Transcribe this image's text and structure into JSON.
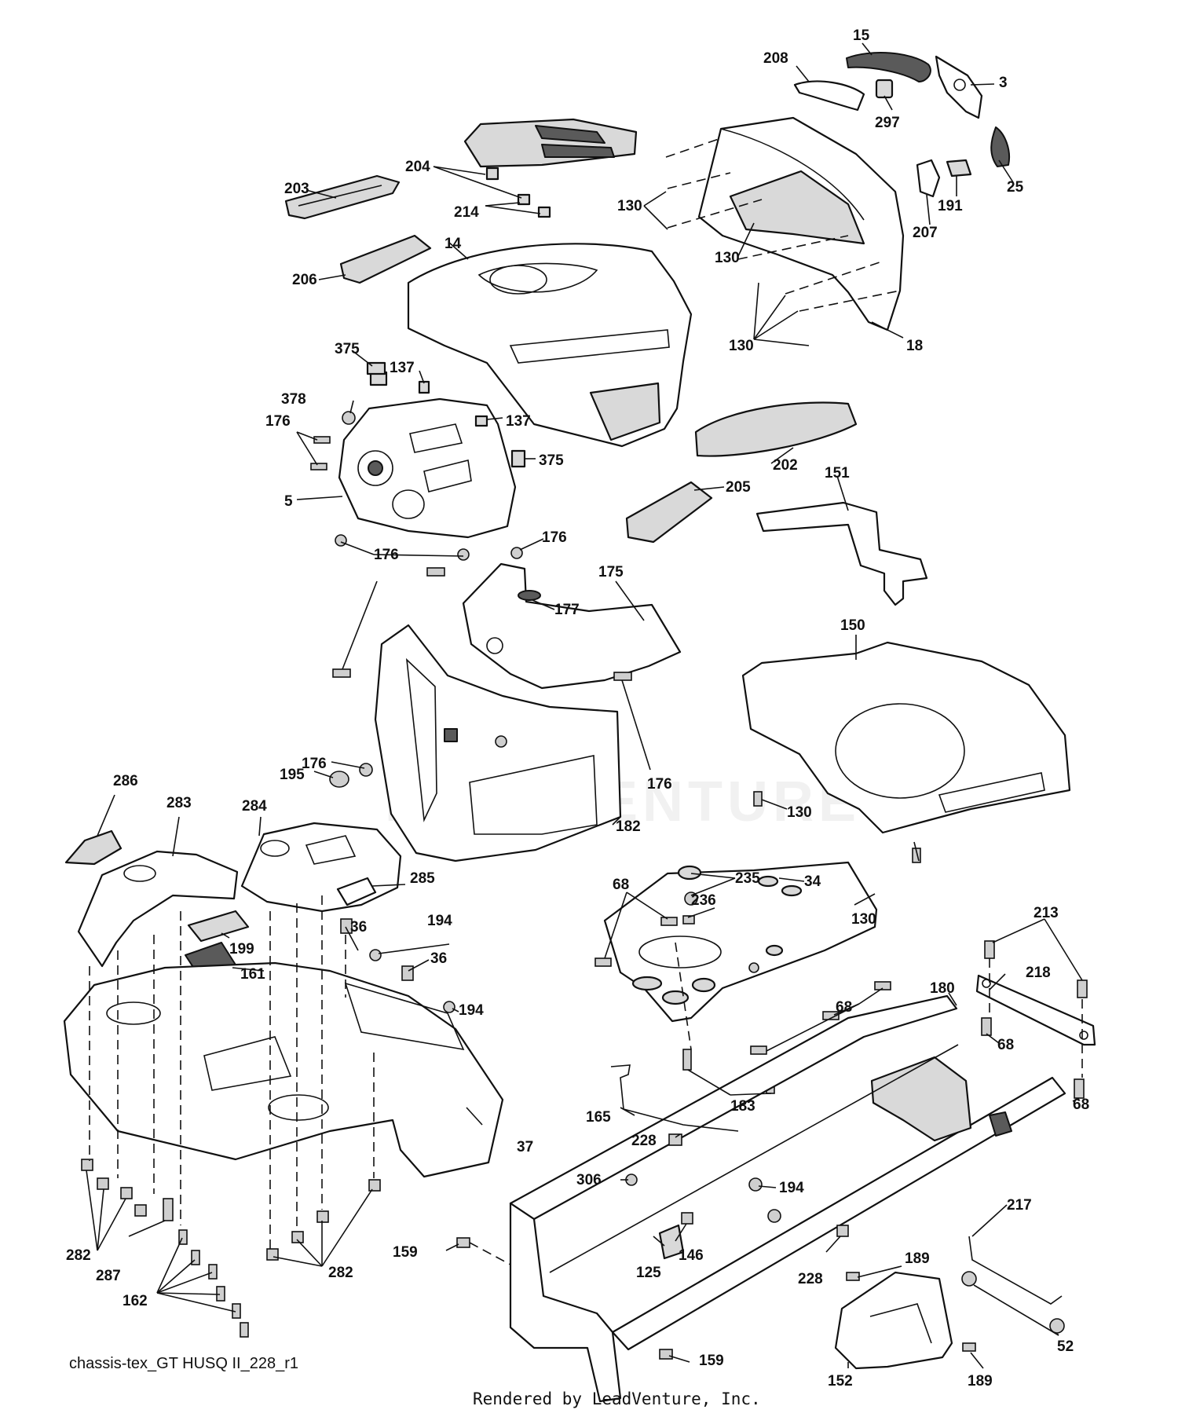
{
  "diagram": {
    "drawing_id": "chassis-tex_GT HUSQ II_228_r1",
    "credit": "Rendered by LeadVenture, Inc.",
    "watermark": "LEADVENTURE",
    "callouts": {
      "c15": "15",
      "c208": "208",
      "c3": "3",
      "c297": "297",
      "c25": "25",
      "c191": "191",
      "c207": "207",
      "c204": "204",
      "c203": "203",
      "c214": "214",
      "c14": "14",
      "c206": "206",
      "c130a": "130",
      "c130b": "130",
      "c130c": "130",
      "c18": "18",
      "c375a": "375",
      "c137a": "137",
      "c378": "378",
      "c137b": "137",
      "c176a": "176",
      "c375b": "375",
      "c5": "5",
      "c176b": "176",
      "c176c": "176",
      "c202": "202",
      "c205": "205",
      "c151": "151",
      "c175": "175",
      "c177": "177",
      "c150": "150",
      "c195": "195",
      "c176d": "176",
      "c176e": "176",
      "c130d": "130",
      "c182": "182",
      "c286": "286",
      "c283": "283",
      "c284": "284",
      "c285": "285",
      "c235": "235",
      "c34": "34",
      "c68a": "68",
      "c236": "236",
      "c130e": "130",
      "c213": "213",
      "c36a": "36",
      "c194a": "194",
      "c199": "199",
      "c36b": "36",
      "c161": "161",
      "c218": "218",
      "c194b": "194",
      "c180": "180",
      "c68b": "68",
      "c68c": "68",
      "c68d": "68",
      "c183": "183",
      "c165": "165",
      "c37": "37",
      "c228a": "228",
      "c306": "306",
      "c194c": "194",
      "c217": "217",
      "c282a": "282",
      "c287": "287",
      "c159a": "159",
      "c146": "146",
      "c125": "125",
      "c228b": "228",
      "c189a": "189",
      "c162": "162",
      "c282b": "282",
      "c52": "52",
      "c159b": "159",
      "c152": "152",
      "c189b": "189"
    }
  }
}
